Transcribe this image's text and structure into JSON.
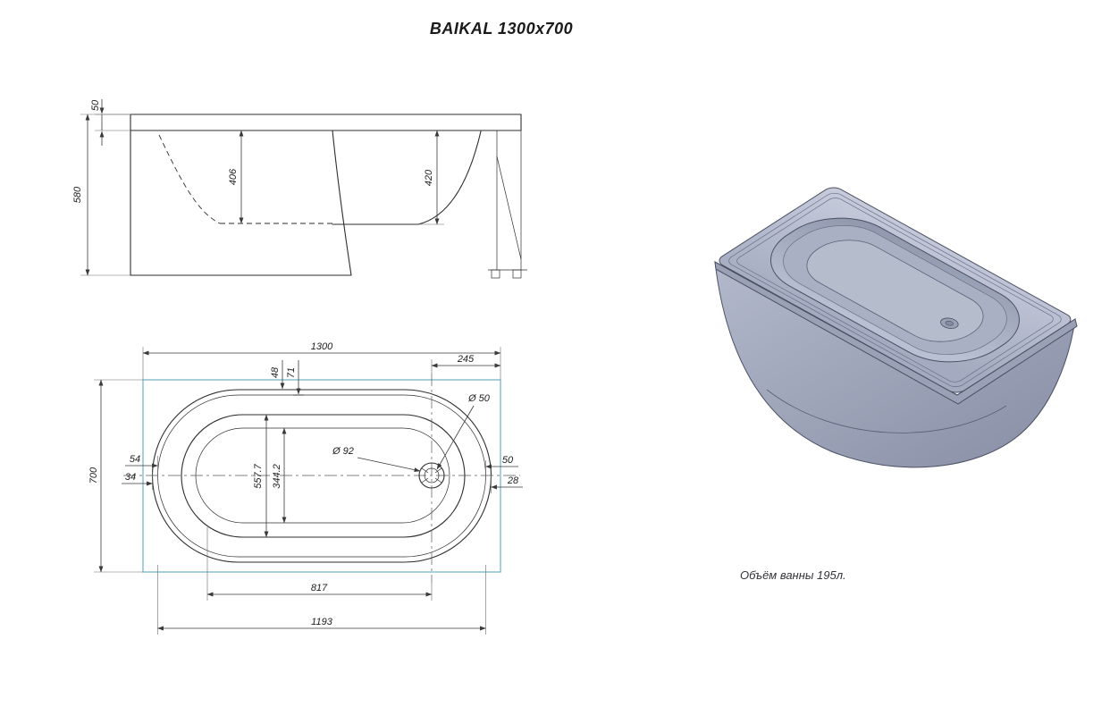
{
  "page": {
    "title": "BAIKAL 1300x700",
    "volume_note": "Объём ванны 195л."
  },
  "side_view": {
    "rim_height": "50",
    "overall_height": "580",
    "inner_depth_left": "406",
    "inner_depth_right": "420"
  },
  "plan_view": {
    "overall_length": "1300",
    "top_offset_outer": "48",
    "top_offset_inner": "71",
    "drain_to_end": "245",
    "drain_diameter": "Ø 50",
    "recess_diameter": "Ø 92",
    "overall_width": "700",
    "left_offset_outer": "54",
    "left_offset_inner": "34",
    "inner_width": "557.7",
    "bottom_width": "344.2",
    "right_offset_outer": "50",
    "right_offset_inner": "28",
    "bottom_length": "817",
    "skirt_length": "1193"
  }
}
